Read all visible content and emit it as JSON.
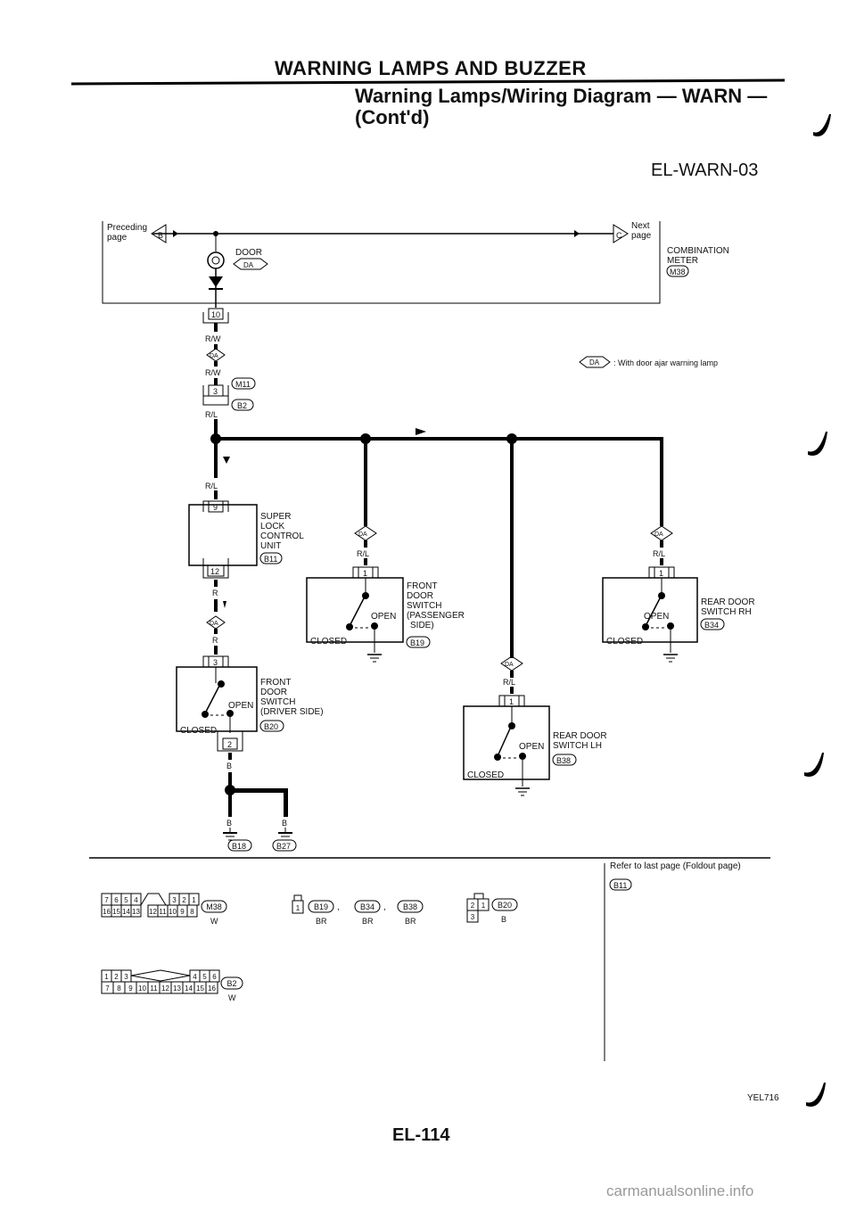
{
  "header": {
    "section_title": "WARNING LAMPS AND BUZZER",
    "title_line1": "Warning Lamps/Wiring Diagram — WARN —",
    "title_line2": "(Cont'd)",
    "diagram_code": "EL-WARN-03"
  },
  "top_bar": {
    "preceding_page": "Preceding\npage",
    "preceding_connector": "B",
    "next_page": "Next\npage",
    "next_connector": "C",
    "door_label": "DOOR",
    "door_option": "DA",
    "combination_meter": "COMBINATION\nMETER",
    "combination_meter_conn": "M38"
  },
  "legend": {
    "option_code": "DA",
    "description": ": With door ajar warning lamp"
  },
  "wires": {
    "pin_10": "10",
    "rw_1": "R/W",
    "da_1": "DA",
    "rw_2": "R/W",
    "pin_3a": "3",
    "conn_m11": "M11",
    "conn_b2": "B2",
    "rl_1": "R/L",
    "rl_2": "R/L",
    "pin_9": "9",
    "pin_12": "12",
    "r_1": "R",
    "da_2": "DA",
    "r_2": "R",
    "pin_3b": "3",
    "pin_2": "2",
    "b_1": "B",
    "b_2": "B",
    "b_3": "B",
    "conn_b18": "B18",
    "conn_b27": "B27"
  },
  "super_lock": {
    "label": "SUPER\nLOCK\nCONTROL\nUNIT",
    "connector": "B11"
  },
  "driver_switch": {
    "label": "FRONT\nDOOR\nSWITCH\n(DRIVER SIDE)",
    "connector": "B20",
    "open": "OPEN",
    "closed": "CLOSED"
  },
  "passenger_switch": {
    "label": "FRONT\nDOOR\nSWITCH\n(PASSENGER\nSIDE)",
    "connector": "B19",
    "open": "OPEN",
    "closed": "CLOSED",
    "da": "DA",
    "wire": "R/L",
    "pin": "1"
  },
  "rear_rh_switch": {
    "label": "REAR DOOR\nSWITCH RH",
    "connector": "B34",
    "open": "OPEN",
    "closed": "CLOSED",
    "da": "DA",
    "wire": "R/L",
    "pin": "1"
  },
  "rear_lh_switch": {
    "label": "REAR DOOR\nSWITCH LH",
    "connector": "B38",
    "open": "OPEN",
    "closed": "CLOSED",
    "da": "DA",
    "wire": "R/L",
    "pin": "1"
  },
  "connectors": {
    "m38_top": [
      "7",
      "6",
      "5",
      "4",
      "3",
      "2",
      "1"
    ],
    "m38_bottom": [
      "16",
      "15",
      "14",
      "13",
      "12",
      "11",
      "10",
      "9",
      "8"
    ],
    "m38_name": "M38",
    "m38_color": "W",
    "b19_pin": "1",
    "b19_names": [
      "B19",
      "B34",
      "B38"
    ],
    "b19_colors": [
      "BR",
      "BR",
      "BR"
    ],
    "b20_top": [
      "2",
      "1"
    ],
    "b20_bottom": [
      "3"
    ],
    "b20_name": "B20",
    "b20_color": "B",
    "b2_top": [
      "1",
      "2",
      "3",
      "4",
      "5",
      "6"
    ],
    "b2_bottom": [
      "7",
      "8",
      "9",
      "10",
      "11",
      "12",
      "13",
      "14",
      "15",
      "16"
    ],
    "b2_name": "B2",
    "b2_color": "W"
  },
  "footer": {
    "refer_note": "Refer to last page (Foldout page)",
    "refer_conn": "B11",
    "ref_code": "YEL716",
    "page_number": "EL-114",
    "watermark": "carmanualsonline.info"
  }
}
